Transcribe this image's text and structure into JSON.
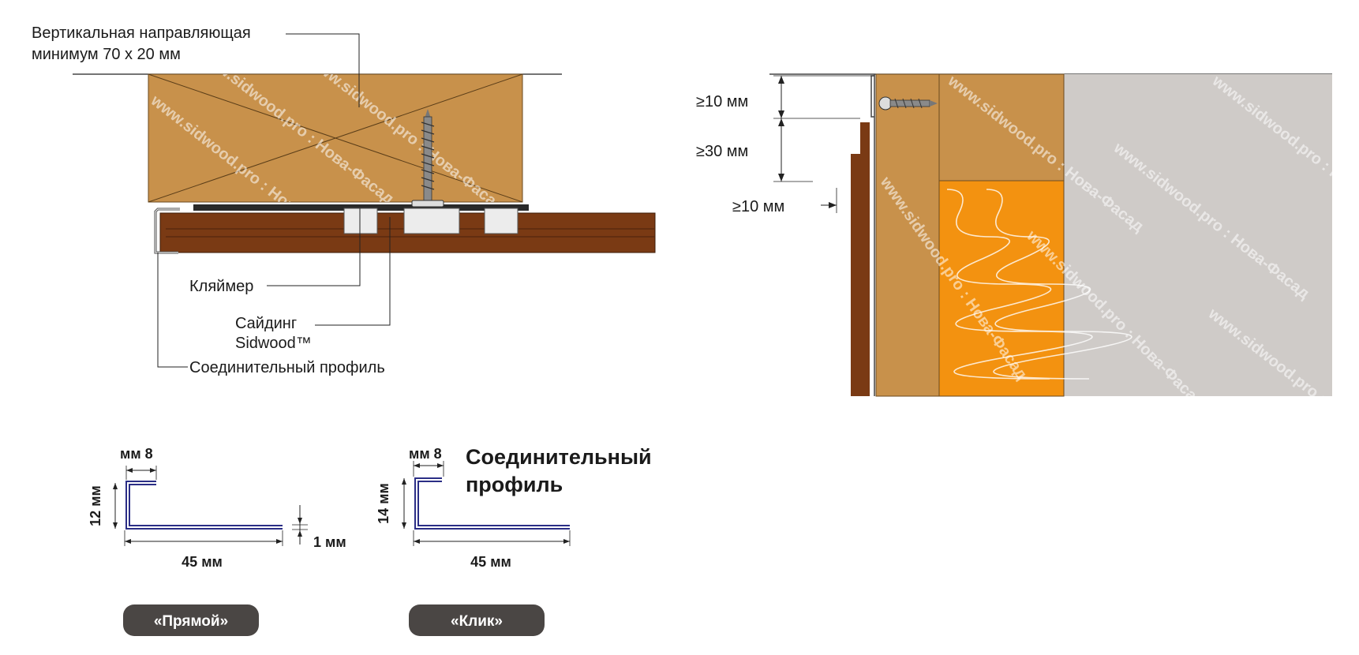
{
  "labels": {
    "guide_line1": "Вертикальная направляющая",
    "guide_line2": "минимум 70 х 20 мм",
    "clamp": "Кляймер",
    "siding_line1": "Сайдинг",
    "siding_line2": "Sidwood™",
    "connector": "Соединительный профиль"
  },
  "section": {
    "gap_top": "≥10 мм",
    "gap_mid": "≥30 мм",
    "gap_side": "≥10 мм"
  },
  "profile_title": {
    "line1": "Соединительный",
    "line2": "профиль"
  },
  "profile_straight": {
    "top": "мм 8",
    "height": "12 мм",
    "thickness": "1 мм",
    "width": "45 мм",
    "button": "«Прямой»"
  },
  "profile_click": {
    "top": "мм 8",
    "height": "14 мм",
    "width": "45 мм",
    "button": "«Клик»"
  },
  "watermark": "www.sidwood.pro : Нова-Фасад",
  "colors": {
    "wood": "#c8914b",
    "siding": "#7a3a14",
    "insulation": "#f39210",
    "wall": "#cfcbc8",
    "profile": "#2b2e86",
    "button_bg": "#4a4644"
  }
}
